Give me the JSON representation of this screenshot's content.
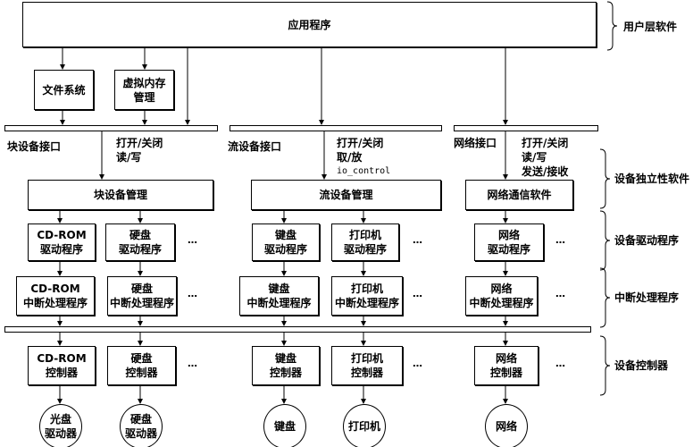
{
  "app": "应用程序",
  "file_system": "文件系统",
  "virtual_memory": "虚拟内存\n管理",
  "layers": {
    "user": "用户层软件",
    "independent": "设备独立性软件",
    "driver": "设备驱动程序",
    "interrupt": "中断处理程序",
    "controller": "设备控制器"
  },
  "interfaces": {
    "block": "块设备接口",
    "block_ops": "打开/关闭\n读/写",
    "stream": "流设备接口",
    "stream_ops": "打开/关闭\n取/放",
    "stream_ioctl": "io_control",
    "net": "网络接口",
    "net_ops": "打开/关闭\n读/写\n发送/接收"
  },
  "management": {
    "block": "块设备管理",
    "stream": "流设备管理",
    "net": "网络通信软件"
  },
  "drivers": [
    "CD-ROM\n驱动程序",
    "硬盘\n驱动程序",
    "键盘\n驱动程序",
    "打印机\n驱动程序",
    "网络\n驱动程序"
  ],
  "interrupts": [
    "CD-ROM\n中断处理程序",
    "硬盘\n中断处理程序",
    "键盘\n中断处理程序",
    "打印机\n中断处理程序",
    "网络\n中断处理程序"
  ],
  "controllers": [
    "CD-ROM\n控制器",
    "硬盘\n控制器",
    "键盘\n控制器",
    "打印机\n控制器",
    "网络\n控制器"
  ],
  "devices": [
    "光盘\n驱动器",
    "硬盘\n驱动器",
    "键盘",
    "打印机",
    "网络"
  ],
  "ellipsis": "…"
}
